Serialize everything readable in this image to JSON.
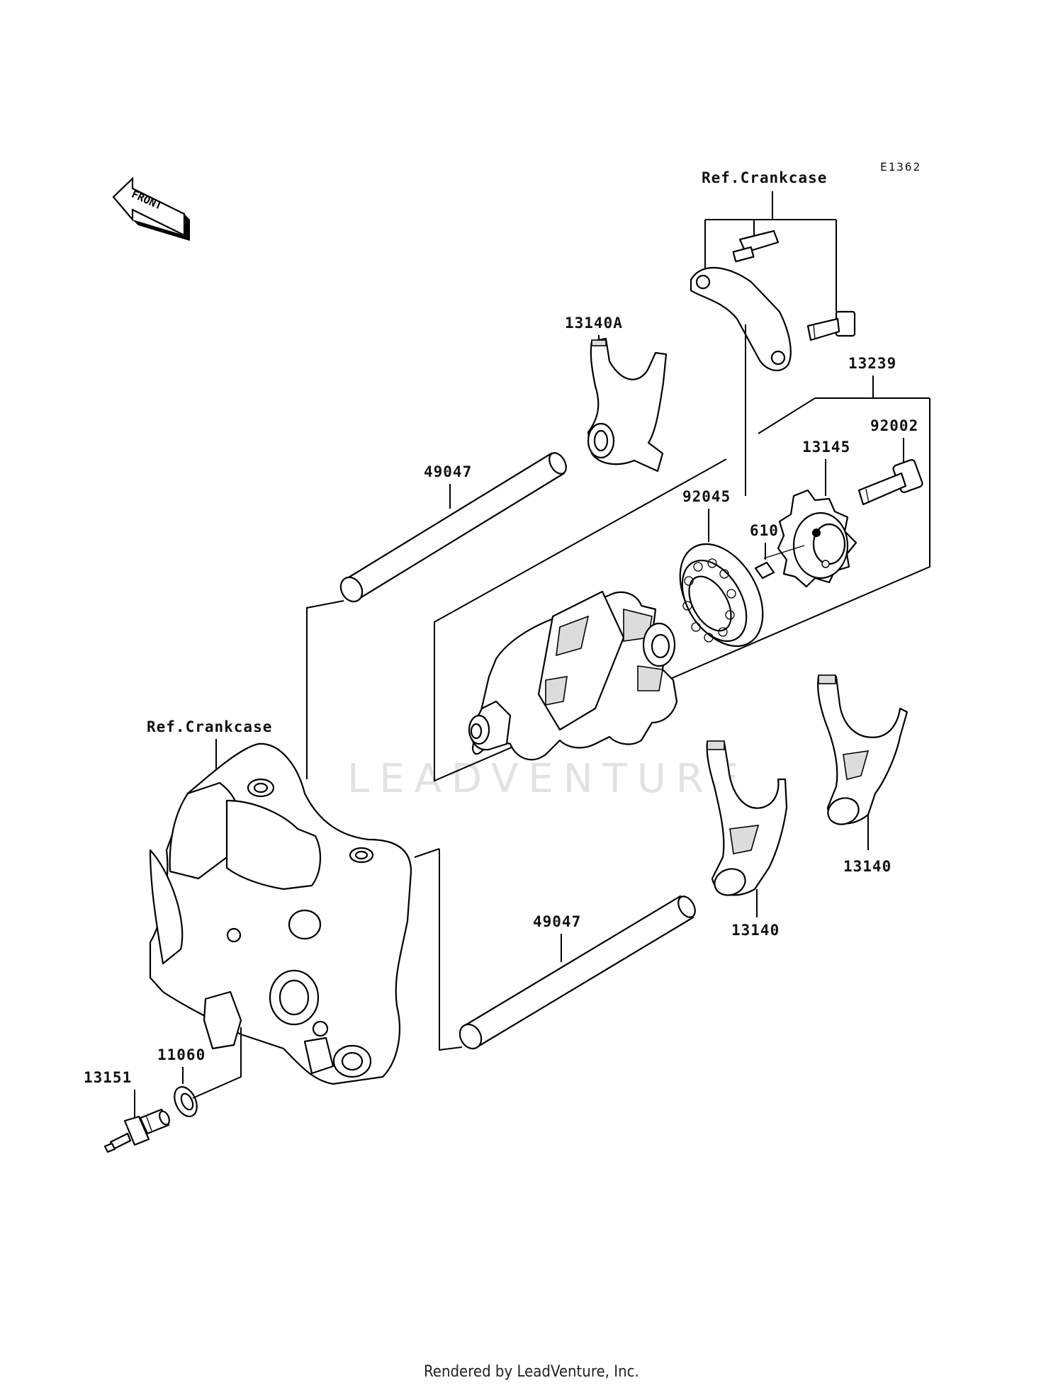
{
  "diagram_code": "E1362",
  "front_label": "FRONT",
  "watermark": "LEADVENTURE",
  "footer": "Rendered by LeadVenture, Inc.",
  "labels": {
    "ref_crankcase_top": "Ref.Crankcase",
    "ref_crankcase_left": "Ref.Crankcase",
    "fork_a": "13140A",
    "drum_assembly": "13239",
    "bolt": "92002",
    "drum_cam": "13145",
    "bearing": "92045",
    "pin": "610",
    "shaft_upper": "49047",
    "shaft_lower": "49047",
    "fork_right": "13140",
    "fork_center": "13140",
    "washer": "11060",
    "switch": "13151"
  }
}
